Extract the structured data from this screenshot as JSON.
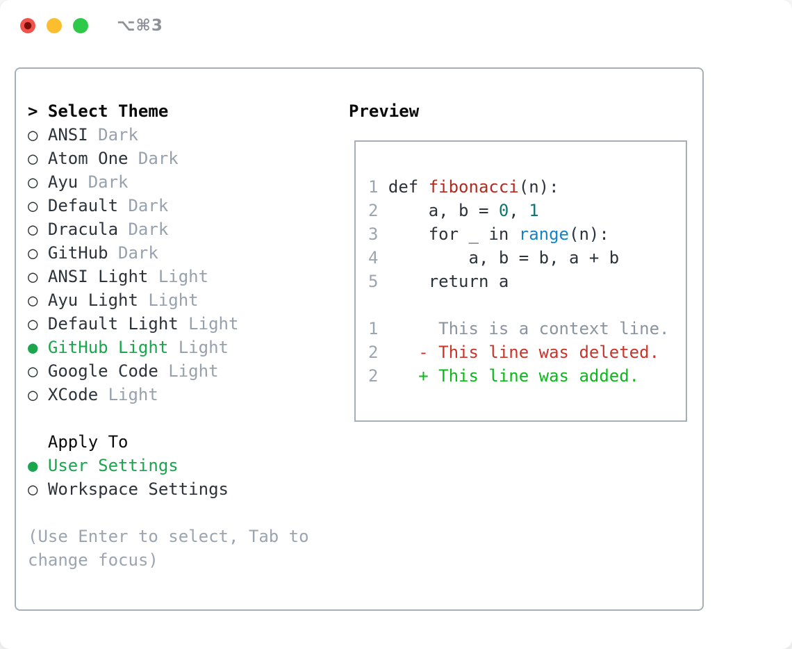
{
  "window": {
    "title": "⌥⌘3",
    "traffic_lights": {
      "close": "close-button",
      "minimize": "minimize-button",
      "zoom": "zoom-button"
    }
  },
  "glyphs": {
    "selector": ">",
    "radio_selected": "●",
    "radio_unselected": "○"
  },
  "theme_picker": {
    "header": "Select Theme",
    "themes": [
      {
        "name": "ANSI",
        "tag": "Dark",
        "selected": false
      },
      {
        "name": "Atom One",
        "tag": "Dark",
        "selected": false
      },
      {
        "name": "Ayu",
        "tag": "Dark",
        "selected": false
      },
      {
        "name": "Default",
        "tag": "Dark",
        "selected": false
      },
      {
        "name": "Dracula",
        "tag": "Dark",
        "selected": false
      },
      {
        "name": "GitHub",
        "tag": "Dark",
        "selected": false
      },
      {
        "name": "ANSI Light",
        "tag": "Light",
        "selected": false
      },
      {
        "name": "Ayu Light",
        "tag": "Light",
        "selected": false
      },
      {
        "name": "Default Light",
        "tag": "Light",
        "selected": false
      },
      {
        "name": "GitHub Light",
        "tag": "Light",
        "selected": true
      },
      {
        "name": "Google Code",
        "tag": "Light",
        "selected": false
      },
      {
        "name": "XCode",
        "tag": "Light",
        "selected": false
      }
    ],
    "apply_to": {
      "header": "Apply To",
      "options": [
        {
          "name": "User Settings",
          "selected": true
        },
        {
          "name": "Workspace Settings",
          "selected": false
        }
      ]
    },
    "hint_lines": [
      "(Use Enter to select, Tab to",
      "change focus)"
    ]
  },
  "preview": {
    "header": "Preview",
    "lines": [
      {
        "num": "1",
        "tokens": [
          {
            "text": " def ",
            "color": "code_fg"
          },
          {
            "text": "fibonacci",
            "color": "code_func"
          },
          {
            "text": "(n):",
            "color": "code_fg"
          }
        ]
      },
      {
        "num": "2",
        "tokens": [
          {
            "text": "     a, b = ",
            "color": "code_fg"
          },
          {
            "text": "0",
            "color": "code_number"
          },
          {
            "text": ", ",
            "color": "code_fg"
          },
          {
            "text": "1",
            "color": "code_number"
          }
        ]
      },
      {
        "num": "3",
        "tokens": [
          {
            "text": "     for _ in ",
            "color": "code_fg"
          },
          {
            "text": "range",
            "color": "code_builtin"
          },
          {
            "text": "(n):",
            "color": "code_fg"
          }
        ]
      },
      {
        "num": "4",
        "tokens": [
          {
            "text": "         a, b = b, a + b",
            "color": "code_fg"
          }
        ]
      },
      {
        "num": "5",
        "tokens": [
          {
            "text": "     return a",
            "color": "code_fg"
          }
        ]
      },
      {
        "num": "",
        "tokens": []
      },
      {
        "num": "1",
        "tokens": [
          {
            "text": "      This is a context line.",
            "color": "diff_context"
          }
        ]
      },
      {
        "num": "2",
        "tokens": [
          {
            "text": "    - This line was deleted.",
            "color": "diff_deleted"
          }
        ]
      },
      {
        "num": "2",
        "tokens": [
          {
            "text": "    + This line was added.",
            "color": "diff_added"
          }
        ]
      }
    ]
  },
  "colors": {
    "accent_green": "#1aa64d",
    "text_dark": "#2d333b",
    "tag_gray": "#97a1ad",
    "hint_gray": "#9ba4b0",
    "panel_border": "#a6aeb8",
    "titlebar_gray": "#8e9298",
    "traffic_red": "#f1524d",
    "traffic_red_dot": "#7a0f08",
    "traffic_yellow": "#fcbe2f",
    "traffic_green": "#2fc94a",
    "code_fg": "#2d333b",
    "code_func": "#b52a1d",
    "code_number": "#0f766e",
    "code_builtin": "#1284c7",
    "line_number": "#9ba4b0",
    "diff_context": "#8b949e",
    "diff_deleted": "#c9342a",
    "diff_added": "#0bb91b"
  }
}
